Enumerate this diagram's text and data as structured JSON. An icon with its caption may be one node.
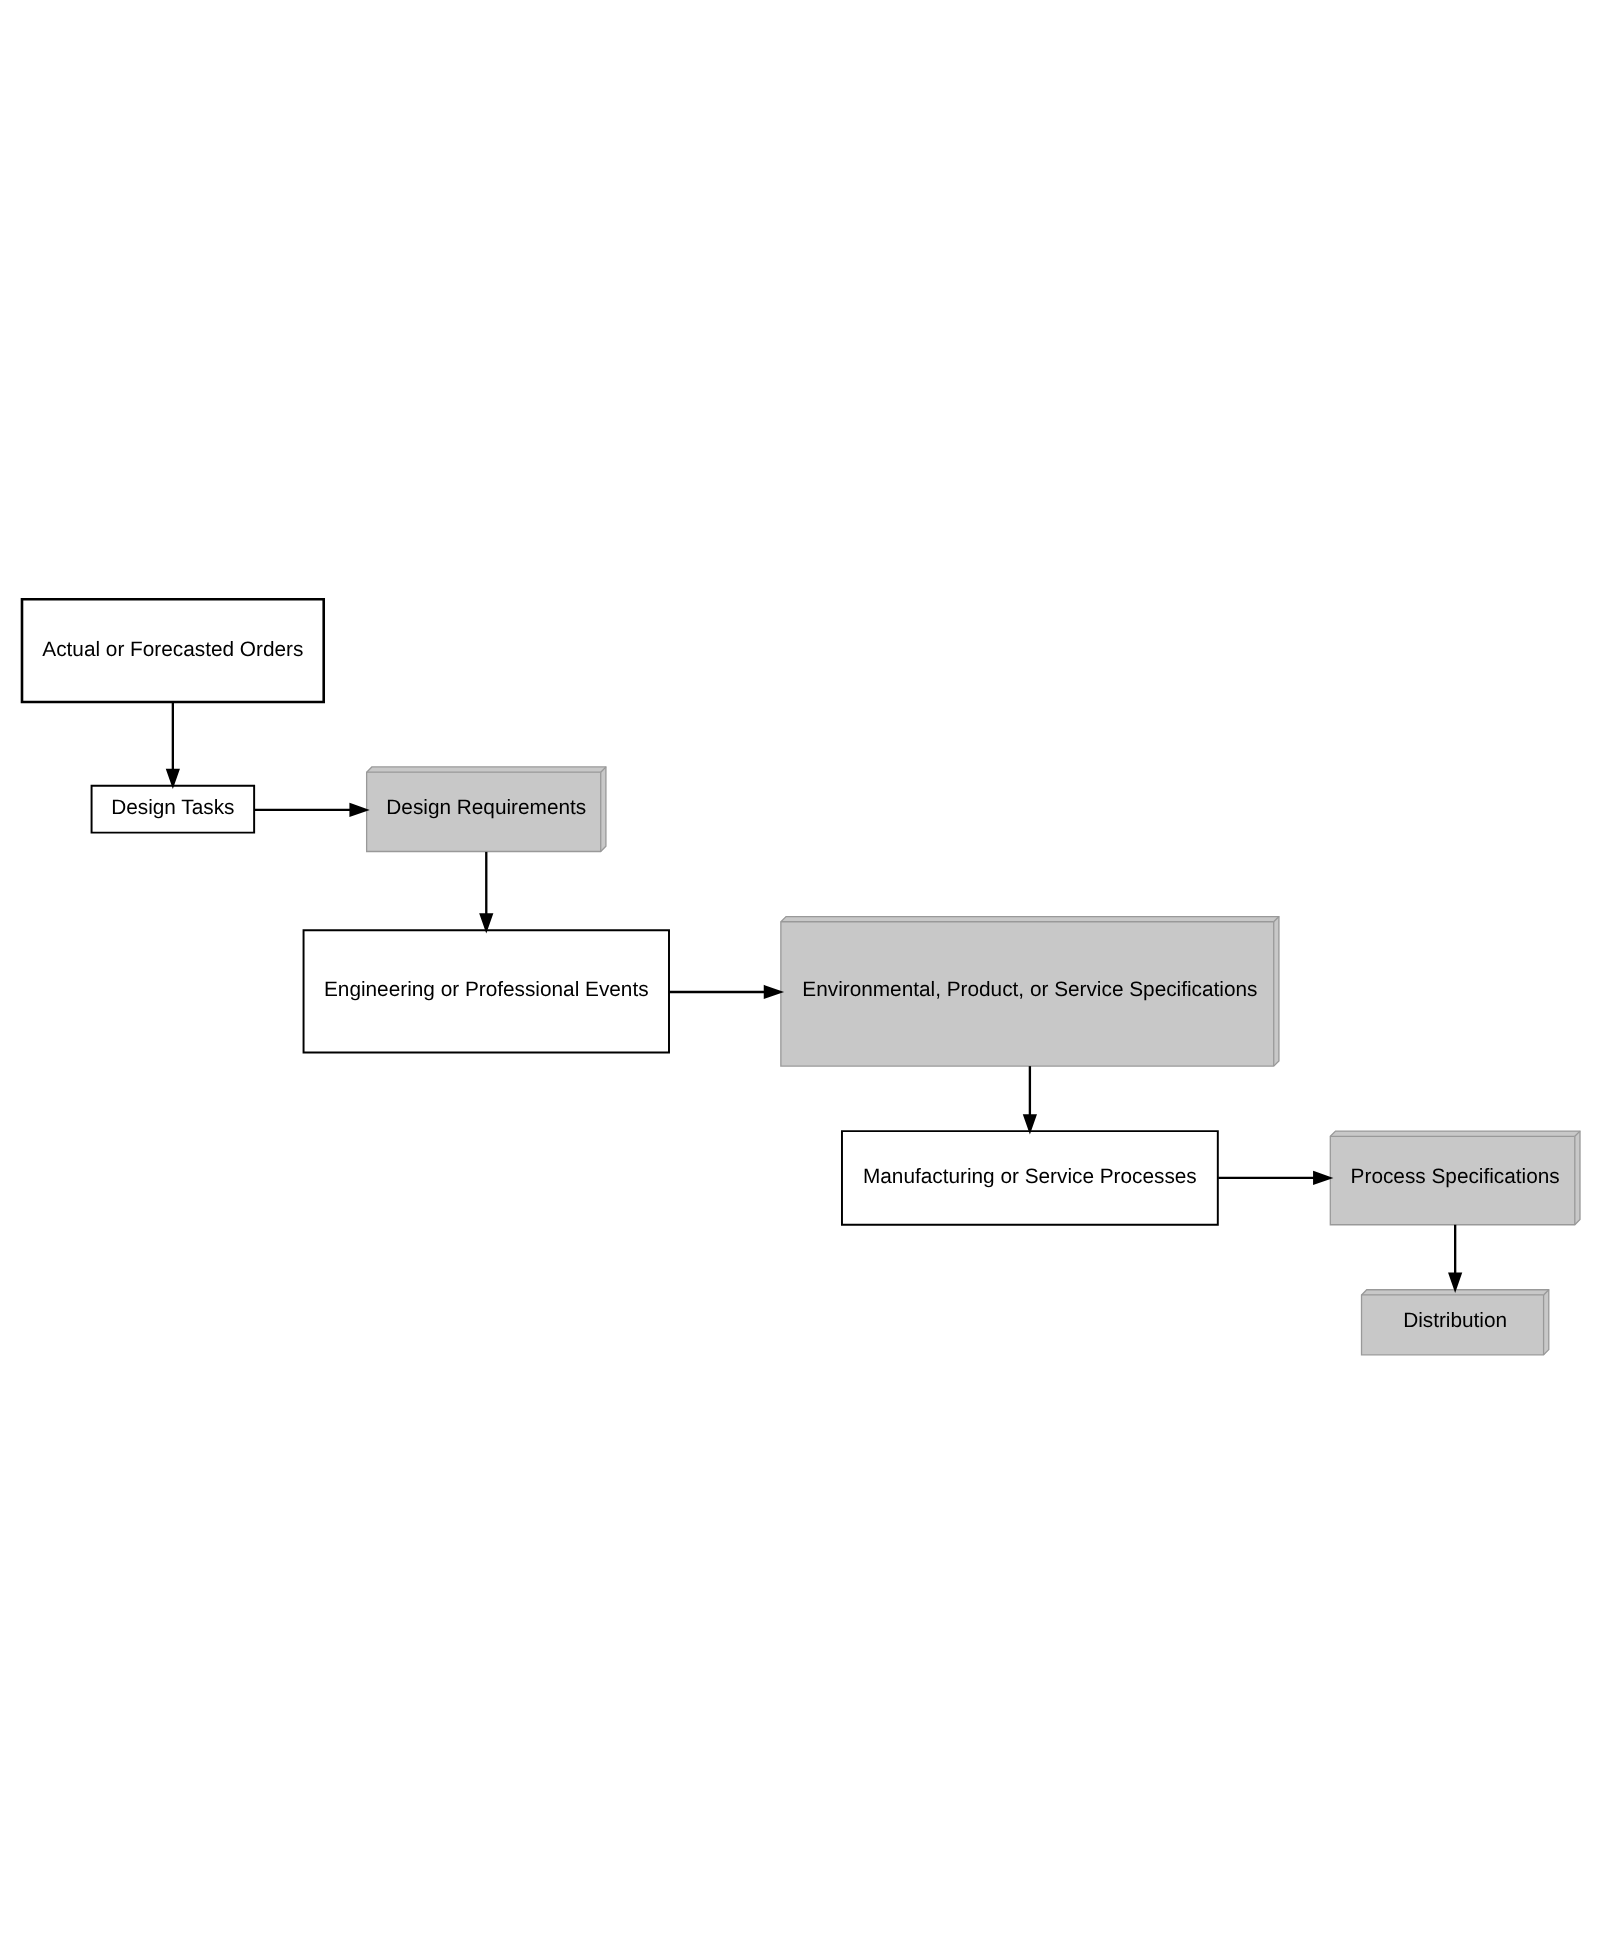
{
  "diagram": {
    "nodes": [
      {
        "text": [
          "Actual or Forecasted Orders"
        ]
      },
      {
        "text": [
          "Design Tasks"
        ]
      },
      {
        "text": [
          "Design Requirements"
        ]
      },
      {
        "text": [
          "Engineering or Professional Events"
        ]
      },
      {
        "text": [
          "Environmental, Product, or Service Specifications"
        ]
      },
      {
        "text": [
          "Manufacturing or Service Processes"
        ]
      },
      {
        "text": [
          "Process Specifications"
        ]
      },
      {
        "text": [
          "Distribution"
        ]
      }
    ],
    "edges": [
      {
        "from": 0,
        "to": 1,
        "arrow": "to"
      },
      {
        "from": 1,
        "to": 2,
        "arrow": "to"
      },
      {
        "from": 2,
        "to": 3,
        "arrow": "to"
      },
      {
        "from": 3,
        "to": 4,
        "arrow": "to"
      },
      {
        "from": 4,
        "to": 5,
        "arrow": "to"
      },
      {
        "from": 5,
        "to": 6,
        "arrow": "to"
      },
      {
        "from": 6,
        "to": 7,
        "arrow": "to"
      }
    ]
  }
}
